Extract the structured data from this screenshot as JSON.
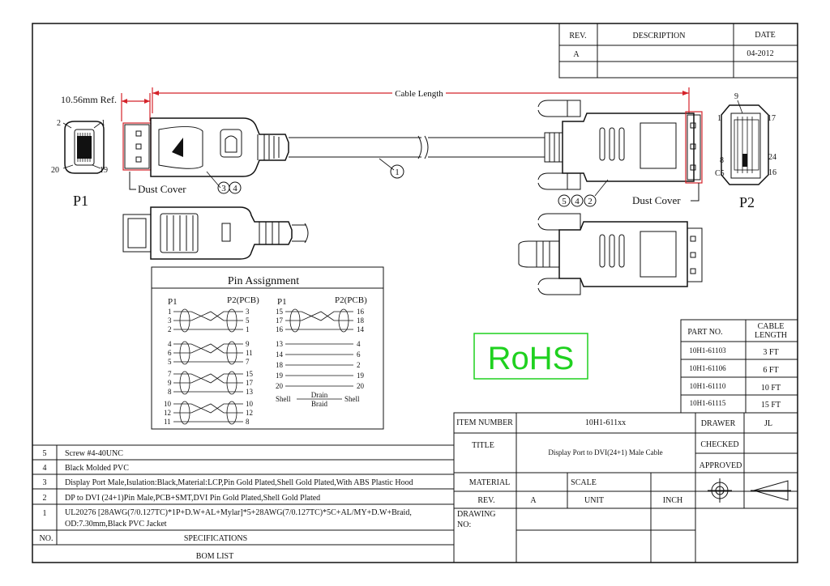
{
  "revision_table": {
    "headers": {
      "rev": "REV.",
      "description": "DESCRIPTION",
      "date": "DATE"
    },
    "rows": [
      {
        "rev": "A",
        "description": "",
        "date": "04-2012"
      }
    ]
  },
  "drawing": {
    "dim_ref": "10.56mm Ref.",
    "cable_length": "Cable Length",
    "dust_cover_left": "Dust Cover",
    "dust_cover_right": "Dust Cover",
    "p1_label": "P1",
    "p2_label": "P2",
    "callout_1": "1",
    "callout_2": "2",
    "callout_3": "3",
    "callout_4": "4",
    "callout_5": "5",
    "p1_pins": {
      "top_left": "2",
      "top_right": "1",
      "bottom_left": "20",
      "bottom_right": "19"
    },
    "p2_pins": {
      "top": "9",
      "left": "1",
      "right": "17",
      "left_mid": "8",
      "right_mid": "24",
      "c5": "C5",
      "right_low": "16"
    }
  },
  "pin_assignment": {
    "title": "Pin Assignment",
    "col1_header_p1": "P1",
    "col1_header_p2": "P2(PCB)",
    "col2_header_p1": "P1",
    "col2_header_p2": "P2(PCB)",
    "left_groups": [
      [
        {
          "p1": "1",
          "p2": "3"
        },
        {
          "p1": "3",
          "p2": "5"
        },
        {
          "p1": "2",
          "p2": "1"
        }
      ],
      [
        {
          "p1": "4",
          "p2": "9"
        },
        {
          "p1": "6",
          "p2": "11"
        },
        {
          "p1": "5",
          "p2": "7"
        }
      ],
      [
        {
          "p1": "7",
          "p2": "15"
        },
        {
          "p1": "9",
          "p2": "17"
        },
        {
          "p1": "8",
          "p2": "13"
        }
      ],
      [
        {
          "p1": "10",
          "p2": "10"
        },
        {
          "p1": "12",
          "p2": "12"
        },
        {
          "p1": "11",
          "p2": "8"
        }
      ]
    ],
    "right_twisted": [
      {
        "p1": "15",
        "p2": "16"
      },
      {
        "p1": "17",
        "p2": "18"
      },
      {
        "p1": "16",
        "p2": "14"
      }
    ],
    "right_straight": [
      {
        "p1": "13",
        "p2": "4"
      },
      {
        "p1": "14",
        "p2": "6"
      },
      {
        "p1": "18",
        "p2": "2"
      },
      {
        "p1": "19",
        "p2": "19"
      },
      {
        "p1": "20",
        "p2": "20"
      }
    ],
    "shell_left": "Shell",
    "shell_right": "Shell",
    "drain_top": "Drain",
    "drain_bottom": "Braid"
  },
  "rohs": "RoHS",
  "part_table": {
    "headers": {
      "part_no": "PART NO.",
      "cable_length_1": "CABLE",
      "cable_length_2": "LENGTH"
    },
    "rows": [
      {
        "part_no": "10H1-61103",
        "length": "3 FT"
      },
      {
        "part_no": "10H1-61106",
        "length": "6 FT"
      },
      {
        "part_no": "10H1-61110",
        "length": "10 FT"
      },
      {
        "part_no": "10H1-61115",
        "length": "15 FT"
      }
    ]
  },
  "title_block": {
    "item_number_label": "ITEM NUMBER",
    "item_number": "10H1-611xx",
    "drawer_label": "DRAWER",
    "drawer": "JL",
    "title_label": "TITLE",
    "title": "Display Port  to DVI(24+1) Male Cable",
    "checked_label": "CHECKED",
    "approved_label": "APPROVED",
    "material_label": "MATERIAL",
    "scale_label": "SCALE",
    "rev_label": "REV.",
    "rev": "A",
    "unit_label": "UNIT",
    "unit": "INCH",
    "drawing_no_label_1": "DRAWING",
    "drawing_no_label_2": "NO:"
  },
  "bom": {
    "rows": [
      {
        "no": "5",
        "spec": "Screw  #4-40UNC"
      },
      {
        "no": "4",
        "spec": "Black Molded PVC"
      },
      {
        "no": "3",
        "spec": "Display Port Male,Isulation:Black,Material:LCP,Pin Gold Plated,Shell Gold Plated,With ABS Plastic Hood"
      },
      {
        "no": "2",
        "spec": "DP to DVI (24+1)Pin Male,PCB+SMT,DVI Pin Gold Plated,Shell Gold Plated"
      },
      {
        "no": "1",
        "spec": "UL20276 [28AWG(7/0.127TC)*1P+D.W+AL+Mylar]*5+28AWG(7/0.127TC)*5C+AL/MY+D.W+Braid,",
        "spec2": "OD:7.30mm,Black PVC Jacket"
      }
    ],
    "no_header": "NO.",
    "spec_header": "SPECIFICATIONS",
    "list_title": "BOM LIST"
  }
}
